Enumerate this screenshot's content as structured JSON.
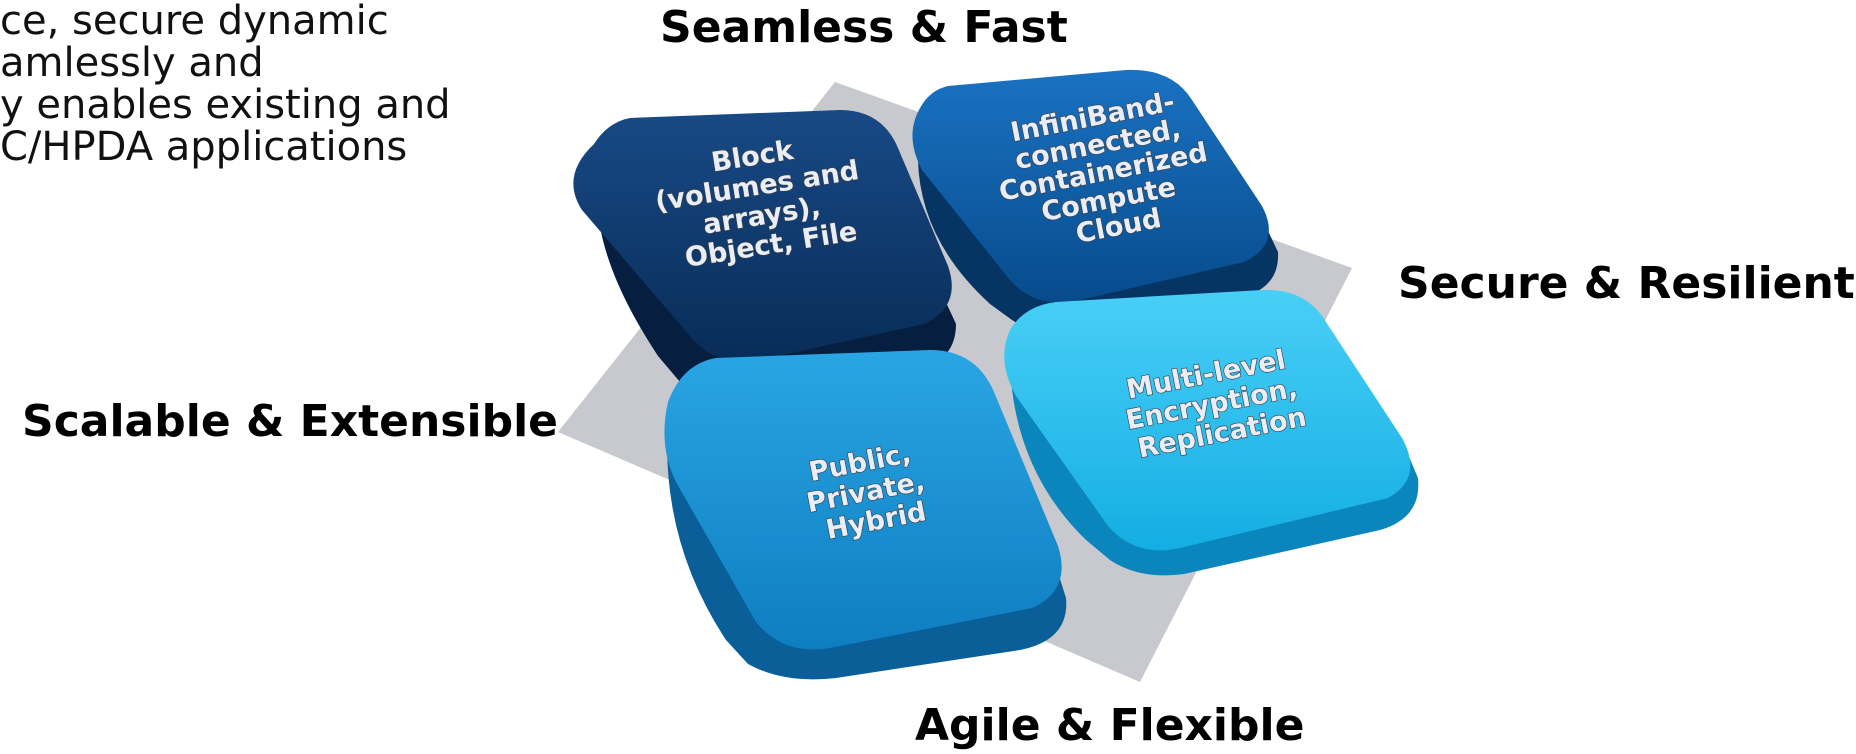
{
  "intro_lines": [
    "ce, secure dynamic",
    "amlessly and",
    "y enables existing and",
    "C/HPDA applications"
  ],
  "labels": {
    "top": "Seamless & Fast",
    "right": "Secure & Resilient",
    "left": "Scalable & Extensible",
    "bottom": "Agile & Flexible"
  },
  "tiles": {
    "top_left": {
      "color": "#0c3a6e",
      "lines": [
        "Block",
        "(volumes and",
        "arrays),",
        "Object, File"
      ]
    },
    "top_right": {
      "color": "#0b5ea8",
      "lines": [
        "InfiniBand-",
        "connected,",
        "Containerized",
        "Compute",
        "Cloud"
      ]
    },
    "bottom_left": {
      "color": "#1792d6",
      "lines": [
        "Public,",
        "Private,",
        "Hybrid"
      ]
    },
    "bottom_right": {
      "color": "#1cbcef",
      "lines": [
        "Multi-level",
        "Encryption,",
        "Replication"
      ]
    }
  },
  "colors": {
    "backdrop": "#c7c9ce",
    "text_dark": "#000000"
  }
}
